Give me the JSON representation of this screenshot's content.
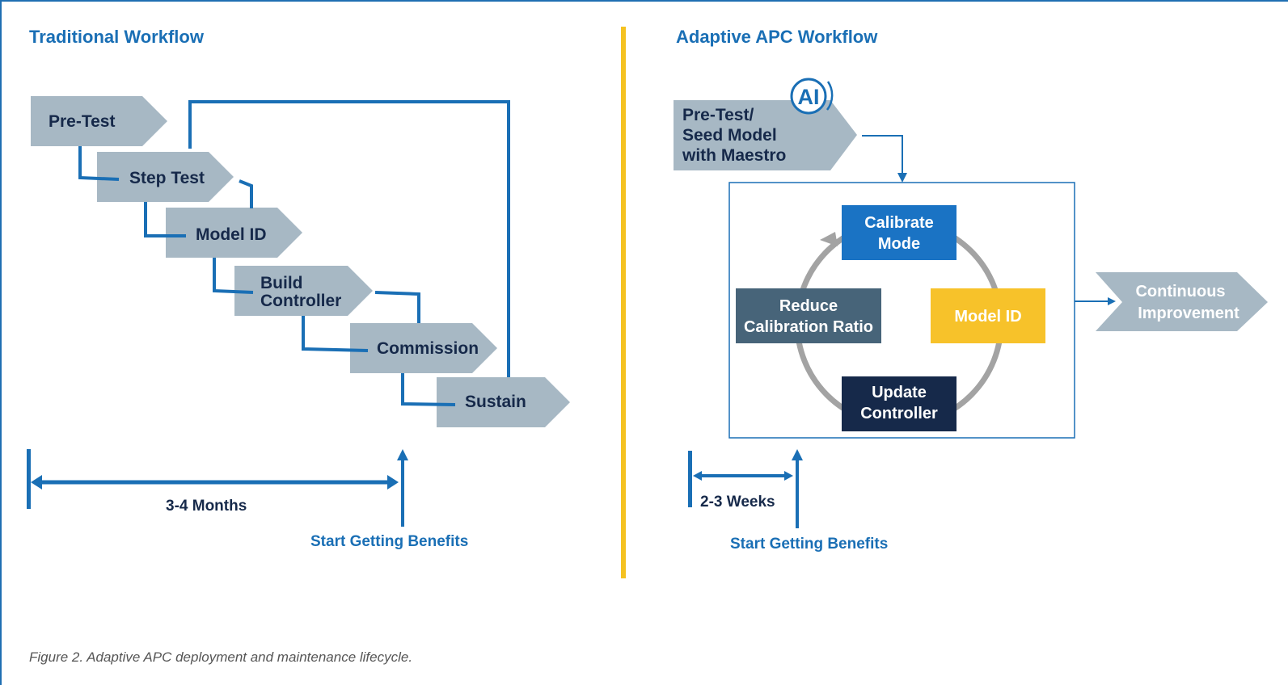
{
  "traditional": {
    "title": "Traditional Workflow",
    "steps": [
      "Pre-Test",
      "Step Test",
      "Model ID",
      "Build",
      "Controller",
      "Commission",
      "Sustain"
    ],
    "duration": "3-4 Months",
    "benefits": "Start Getting Benefits"
  },
  "adaptive": {
    "title": "Adaptive APC Workflow",
    "ai_badge": "AI",
    "seed_lines": [
      "Pre-Test/",
      "Seed Model",
      "with Maestro"
    ],
    "calibrate": [
      "Calibrate",
      "Mode"
    ],
    "model_id": "Model ID",
    "update": [
      "Update",
      "Controller"
    ],
    "reduce": [
      "Reduce",
      "Calibration Ratio"
    ],
    "continuous": [
      "Continuous",
      "Improvement"
    ],
    "duration": "2-3 Weeks",
    "benefits": "Start Getting Benefits"
  },
  "caption": "Figure 2. Adaptive APC deployment and maintenance lifecycle.",
  "colors": {
    "blue": "#1a6fb5",
    "gray_arrow": "#a7b8c4",
    "yellow_divider": "#f5c221",
    "model_id_box": "#f7c22a",
    "navy": "#16294a",
    "slate": "#476479"
  }
}
